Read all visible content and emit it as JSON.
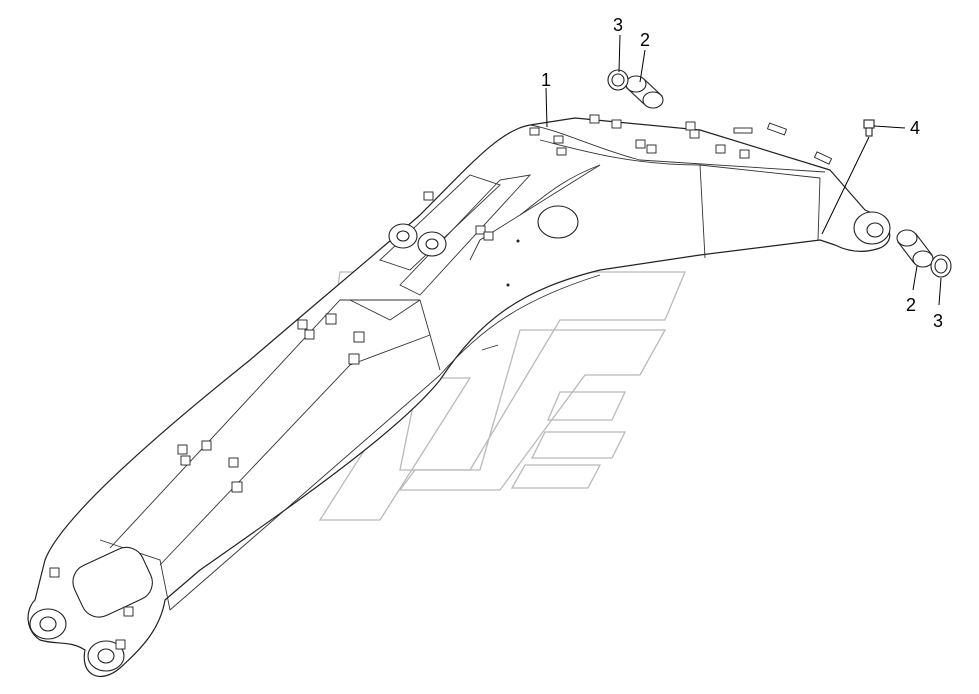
{
  "callouts": [
    {
      "id": "c1",
      "label": "1"
    },
    {
      "id": "c2a",
      "label": "2"
    },
    {
      "id": "c3a",
      "label": "3"
    },
    {
      "id": "c4",
      "label": "4"
    },
    {
      "id": "c2b",
      "label": "2"
    },
    {
      "id": "c3b",
      "label": "3"
    }
  ],
  "parts": [
    {
      "number": "1",
      "icon": "boom-icon"
    },
    {
      "number": "2",
      "icon": "bushing-icon"
    },
    {
      "number": "3",
      "icon": "seal-ring-icon"
    },
    {
      "number": "4",
      "icon": "grease-nipple-icon"
    }
  ],
  "colors": {
    "line": "#222222",
    "watermark": "#b9b9b9",
    "background": "#ffffff"
  }
}
